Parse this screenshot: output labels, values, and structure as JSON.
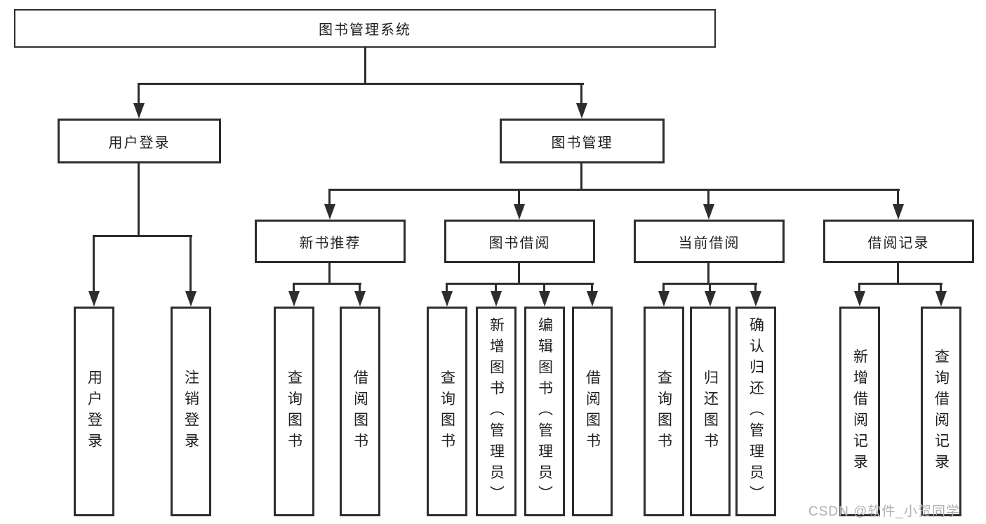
{
  "diagram": {
    "title": "图书管理系统",
    "level2": {
      "user_login": "用户登录",
      "book_management": "图书管理"
    },
    "level3": {
      "new_book_recommend": "新书推荐",
      "book_borrow": "图书借阅",
      "current_borrow": "当前借阅",
      "borrow_records": "借阅记录"
    },
    "leaves": {
      "user_login": [
        "用户登录",
        "注销登录"
      ],
      "new_book_recommend": [
        "查询图书",
        "借阅图书"
      ],
      "book_borrow": [
        "查询图书",
        "新增图书（管理员）",
        "编辑图书（管理员）",
        "借阅图书"
      ],
      "current_borrow": [
        "查询图书",
        "归还图书",
        "确认归还（管理员）"
      ],
      "borrow_records": [
        "新增借阅记录",
        "查询借阅记录"
      ]
    },
    "watermark": "CSDN @软件_小贺同学",
    "colors": {
      "line": "#2d2d2d",
      "text": "#1f1f1f",
      "watermark": "#b0b0b0",
      "background": "#ffffff"
    }
  }
}
